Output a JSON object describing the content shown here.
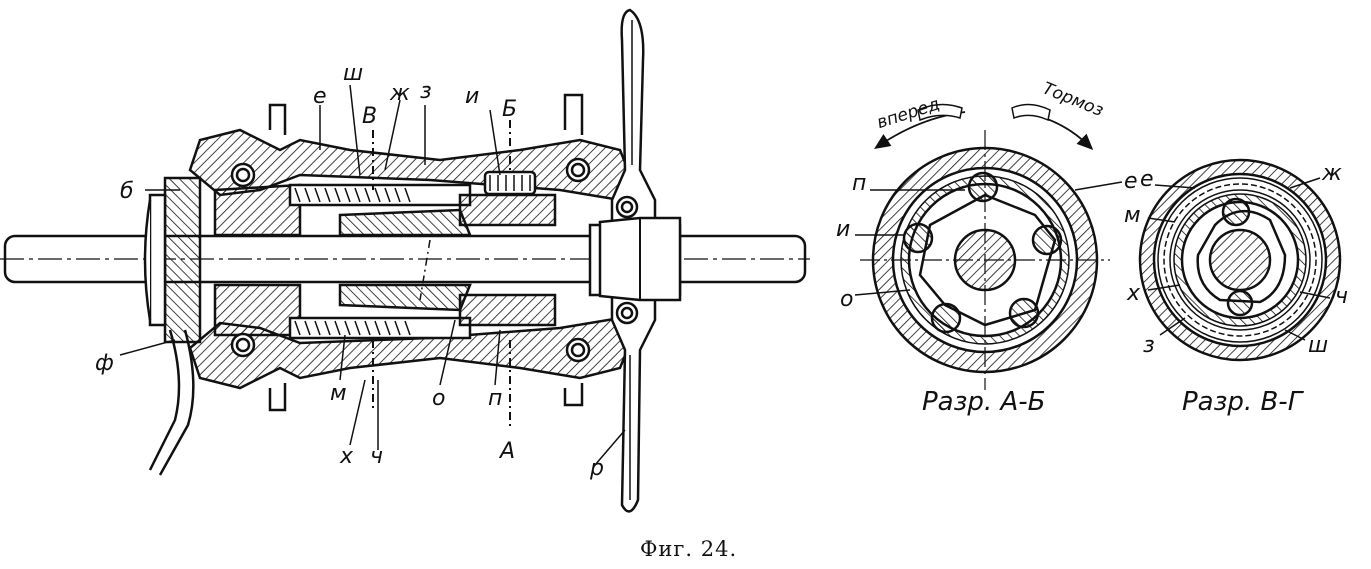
{
  "figure_caption": "Фиг. 24.",
  "main_view": {
    "labels": {
      "sh": "ш",
      "e": "е",
      "V": "В",
      "zh": "ж",
      "z": "з",
      "i": "и",
      "B": "Б",
      "b": "б",
      "f": "ф",
      "m": "м",
      "kh": "х",
      "ch": "ч",
      "o": "о",
      "p": "п",
      "A": "А",
      "r": "р"
    }
  },
  "section_ab": {
    "caption": "Разр. А-Б",
    "direction_forward": "вперед",
    "direction_brake": "Тормоз",
    "labels": {
      "p": "п",
      "i": "и",
      "o": "о",
      "e": "е"
    }
  },
  "section_vg": {
    "caption": "Разр. В-Г",
    "labels": {
      "e": "е",
      "zh": "ж",
      "m": "м",
      "kh": "х",
      "ch": "ч",
      "z": "з",
      "sh": "ш"
    }
  }
}
